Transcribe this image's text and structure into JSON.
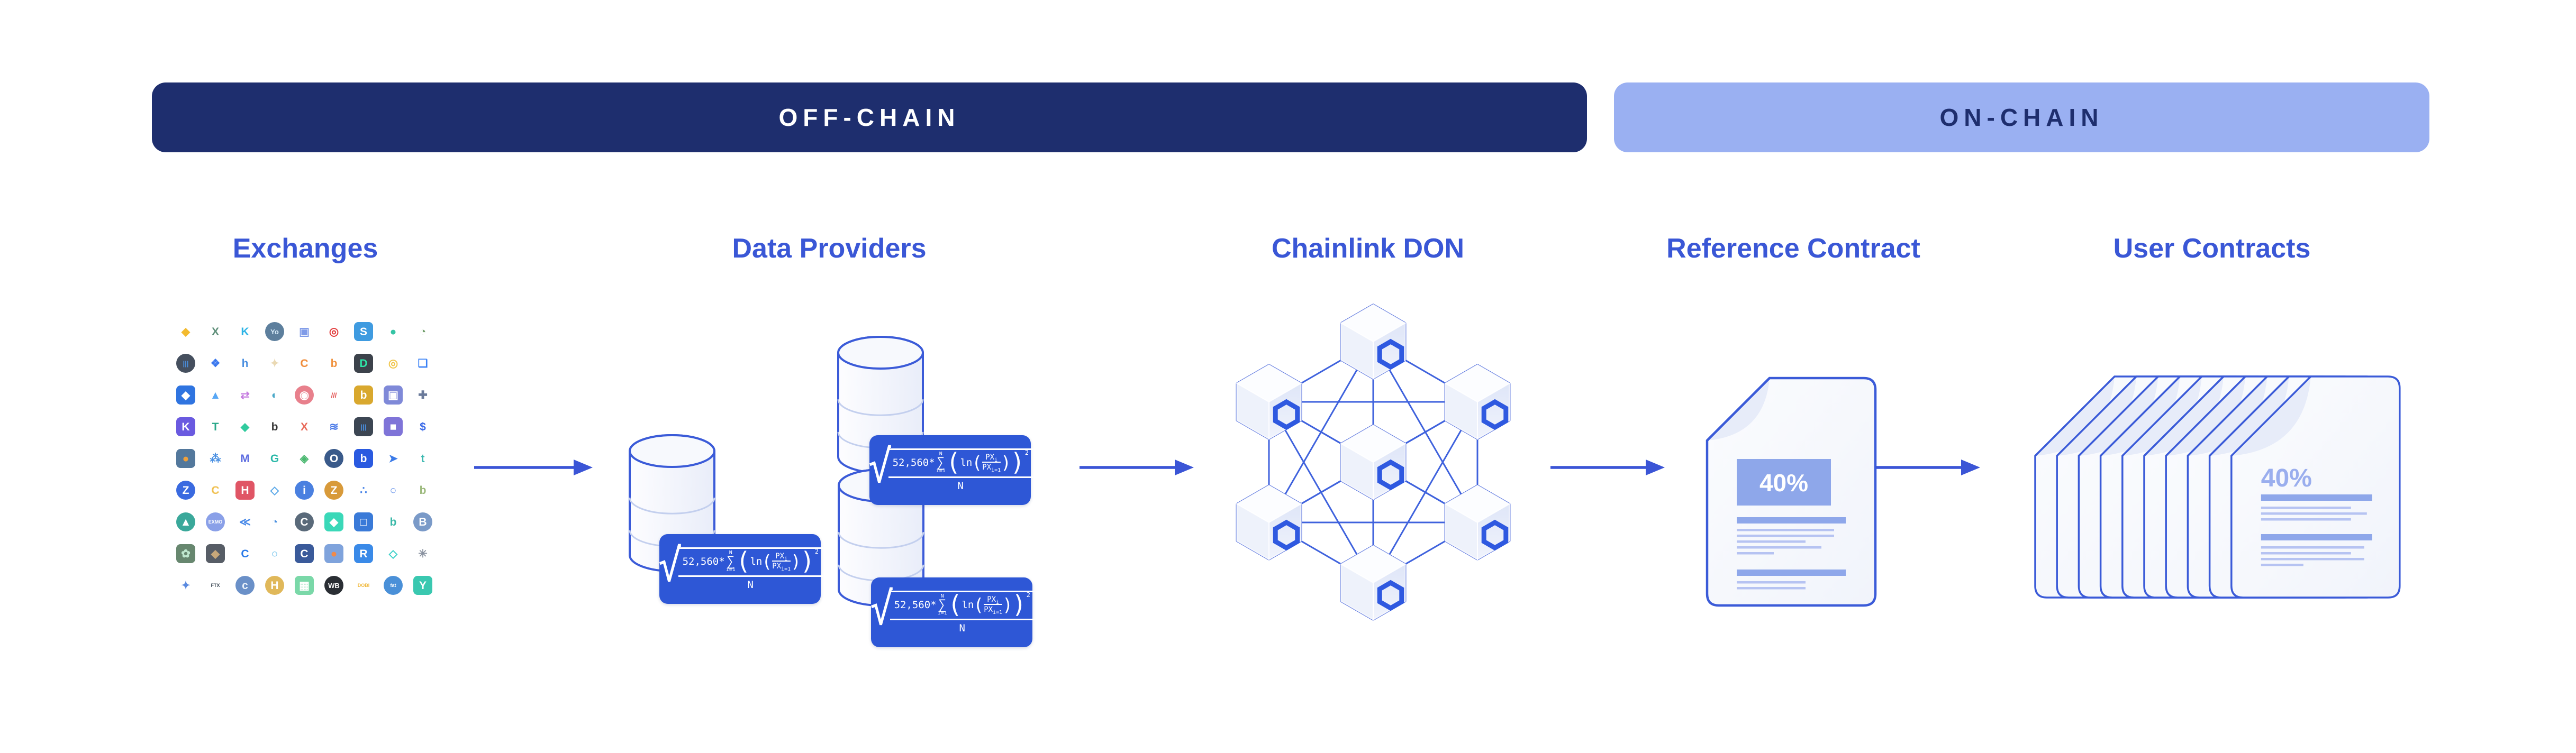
{
  "banners": {
    "off_chain": "OFF-CHAIN",
    "on_chain": "ON-CHAIN"
  },
  "sections": {
    "exchanges": {
      "title": "Exchanges"
    },
    "data_providers": {
      "title": "Data Providers"
    },
    "chainlink_don": {
      "title": "Chainlink DON"
    },
    "reference_contract": {
      "title": "Reference Contract"
    },
    "user_contracts": {
      "title": "User Contracts"
    }
  },
  "formula": {
    "radical": "√",
    "coefficient": "52,560*",
    "sum_symbol": "∑",
    "sum_upper": "N",
    "sum_lower": "i=1",
    "log_fn": "ln",
    "paren_open": "(",
    "paren_close": ")",
    "ratio_num_base": "PX",
    "ratio_num_sub": "i",
    "ratio_den_base": "PX",
    "ratio_den_sub": "i=1",
    "exponent": "2",
    "denominator": "N"
  },
  "reference_contract": {
    "percent": "40%"
  },
  "user_contracts": {
    "percent": "40%",
    "sheet_count": 10
  },
  "chainlink_don": {
    "node_count": 7
  },
  "data_providers": {
    "database_count": 3,
    "formula_card_count": 3
  },
  "colors": {
    "navy": "#1e2e6e",
    "periwinkle_banner": "#9ab0f2",
    "accent_blue": "#3a57d6",
    "outline_blue": "#3b5bd8",
    "arrow_blue": "#3b55d6",
    "card_blue": "#2e57d6",
    "doc_badge": "#8ea7ea",
    "doc_line_light": "#b6c3f2",
    "doc_fill_top": "#fbfcfe",
    "doc_fill_bottom": "#f1f4fb",
    "fold_fill": "#e7ecf9",
    "cube_face_light": "#fcfdff",
    "cube_face_mid": "#eef2fb",
    "cube_face_dark": "#dfe6f8",
    "user_percent": "#9aaeee"
  },
  "exchanges": {
    "icons": [
      {
        "g": "◆",
        "c": "#f3ba2f",
        "b": "",
        "s": "n"
      },
      {
        "g": "X",
        "c": "#5f8f7a",
        "b": "",
        "s": "n"
      },
      {
        "g": "K",
        "c": "#2bb3e5",
        "b": "",
        "s": "n"
      },
      {
        "g": "Yo",
        "c": "#d8ecfa",
        "b": "#5d7f9d",
        "s": "c"
      },
      {
        "g": "▣",
        "c": "#7f9be8",
        "b": "",
        "s": "n"
      },
      {
        "g": "◎",
        "c": "#e23d3d",
        "b": "",
        "s": "n"
      },
      {
        "g": "S",
        "c": "#ffffff",
        "b": "#3f9be0",
        "s": "t"
      },
      {
        "g": "●",
        "c": "#35c4a5",
        "b": "",
        "s": "n"
      },
      {
        "g": "◔",
        "c": "#74a06f",
        "b": "",
        "s": "n"
      },
      {
        "g": "|||",
        "c": "#4a90e2",
        "b": "#454f5e",
        "s": "c"
      },
      {
        "g": "❖",
        "c": "#3b78ee",
        "b": "",
        "s": "n"
      },
      {
        "g": "h",
        "c": "#4a8fe0",
        "b": "",
        "s": "n"
      },
      {
        "g": "✦",
        "c": "#ead9b4",
        "b": "",
        "s": "n"
      },
      {
        "g": "C",
        "c": "#f08c3a",
        "b": "",
        "s": "n"
      },
      {
        "g": "b",
        "c": "#f0923f",
        "b": "",
        "s": "n"
      },
      {
        "g": "D",
        "c": "#2ee6a8",
        "b": "#3c424b",
        "s": "t"
      },
      {
        "g": "◎",
        "c": "#f0c54a",
        "b": "",
        "s": "n"
      },
      {
        "g": "❏",
        "c": "#3b82f6",
        "b": "",
        "s": "n"
      },
      {
        "g": "◆",
        "c": "#ffffff",
        "b": "#2f74e0",
        "s": "t"
      },
      {
        "g": "▲",
        "c": "#58a7f5",
        "b": "",
        "s": "n"
      },
      {
        "g": "⇄",
        "c": "#c77fe0",
        "b": "",
        "s": "n"
      },
      {
        "g": "◐",
        "c": "#4aa8c8",
        "b": "",
        "s": "n"
      },
      {
        "g": "◉",
        "c": "#ffffff",
        "b": "#e8808c",
        "s": "c"
      },
      {
        "g": "///",
        "c": "#e04545",
        "b": "",
        "s": "n"
      },
      {
        "g": "b",
        "c": "#ffffff",
        "b": "#d9a82e",
        "s": "t"
      },
      {
        "g": "▣",
        "c": "#ffffff",
        "b": "#7f89d8",
        "s": "t"
      },
      {
        "g": "✚",
        "c": "#6a7a9a",
        "b": "",
        "s": "n"
      },
      {
        "g": "K",
        "c": "#ffffff",
        "b": "#6a5ae0",
        "s": "t"
      },
      {
        "g": "T",
        "c": "#2aa88a",
        "b": "",
        "s": "n"
      },
      {
        "g": "◆",
        "c": "#31cb9e",
        "b": "",
        "s": "n"
      },
      {
        "g": "b",
        "c": "#3a3a3a",
        "b": "",
        "s": "n"
      },
      {
        "g": "X",
        "c": "#e86a5a",
        "b": "",
        "s": "n"
      },
      {
        "g": "≋",
        "c": "#4a7ae8",
        "b": "",
        "s": "n"
      },
      {
        "g": "|||",
        "c": "#4a90e2",
        "b": "#3c4653",
        "s": "t"
      },
      {
        "g": "■",
        "c": "#ffffff",
        "b": "#7f74d8",
        "s": "t"
      },
      {
        "g": "$",
        "c": "#3a6ae8",
        "b": "",
        "s": "n"
      },
      {
        "g": "●",
        "c": "#f0a03a",
        "b": "#53789c",
        "s": "t"
      },
      {
        "g": "⁂",
        "c": "#4a90e2",
        "b": "",
        "s": "n"
      },
      {
        "g": "M",
        "c": "#5a6ae0",
        "b": "",
        "s": "n"
      },
      {
        "g": "G",
        "c": "#2ab8a8",
        "b": "",
        "s": "n"
      },
      {
        "g": "◈",
        "c": "#4ab870",
        "b": "",
        "s": "n"
      },
      {
        "g": "O",
        "c": "#ffffff",
        "b": "#3a5a8a",
        "s": "c"
      },
      {
        "g": "b",
        "c": "#ffffff",
        "b": "#2a5ae0",
        "s": "t"
      },
      {
        "g": "➤",
        "c": "#3a7ae8",
        "b": "",
        "s": "n"
      },
      {
        "g": "t",
        "c": "#3ab8b0",
        "b": "",
        "s": "n"
      },
      {
        "g": "Z",
        "c": "#ffffff",
        "b": "#3a6ae0",
        "s": "c"
      },
      {
        "g": "C",
        "c": "#f0c050",
        "b": "",
        "s": "n"
      },
      {
        "g": "H",
        "c": "#ffffff",
        "b": "#e05565",
        "s": "t"
      },
      {
        "g": "◇",
        "c": "#5aa8e8",
        "b": "",
        "s": "n"
      },
      {
        "g": "i",
        "c": "#ffffff",
        "b": "#4a80e0",
        "s": "c"
      },
      {
        "g": "Z",
        "c": "#ffffff",
        "b": "#d89a3a",
        "s": "c"
      },
      {
        "g": "∴",
        "c": "#4a85e8",
        "b": "",
        "s": "n"
      },
      {
        "g": "○",
        "c": "#5a8ae8",
        "b": "",
        "s": "n"
      },
      {
        "g": "b",
        "c": "#9ab87a",
        "b": "",
        "s": "n"
      },
      {
        "g": "▲",
        "c": "#ffffff",
        "b": "#3aa89a",
        "s": "c"
      },
      {
        "g": "EXMO",
        "c": "#ffffff",
        "b": "#8aa0e8",
        "s": "c"
      },
      {
        "g": "≪",
        "c": "#4a8ae8",
        "b": "",
        "s": "n"
      },
      {
        "g": "◔",
        "c": "#4a90e0",
        "b": "",
        "s": "n"
      },
      {
        "g": "C",
        "c": "#ffffff",
        "b": "#5a6a7a",
        "s": "c"
      },
      {
        "g": "◆",
        "c": "#ffffff",
        "b": "#3ad8b8",
        "s": "t"
      },
      {
        "g": "□",
        "c": "#ffffff",
        "b": "#3a7ad8",
        "s": "t"
      },
      {
        "g": "b",
        "c": "#3ab8a8",
        "b": "",
        "s": "n"
      },
      {
        "g": "B",
        "c": "#ffffff",
        "b": "#7a9ac8",
        "s": "c"
      },
      {
        "g": "✿",
        "c": "#bfe8cf",
        "b": "#67876f",
        "s": "t"
      },
      {
        "g": "◆",
        "c": "#c8a87a",
        "b": "#575d66",
        "s": "t"
      },
      {
        "g": "C",
        "c": "#2a7ae8",
        "b": "",
        "s": "n"
      },
      {
        "g": "○",
        "c": "#5ab8e8",
        "b": "",
        "s": "n"
      },
      {
        "g": "C",
        "c": "#ffffff",
        "b": "#3a5a9a",
        "s": "t"
      },
      {
        "g": "●",
        "c": "#f08a4a",
        "b": "#7fa3dc",
        "s": "t"
      },
      {
        "g": "R",
        "c": "#ffffff",
        "b": "#3a8ae8",
        "s": "t"
      },
      {
        "g": "◇",
        "c": "#3ad0c8",
        "b": "",
        "s": "n"
      },
      {
        "g": "✳",
        "c": "#8a92a0",
        "b": "",
        "s": "n"
      },
      {
        "g": "✦",
        "c": "#5a8ae0",
        "b": "",
        "s": "n"
      },
      {
        "g": "FTX",
        "c": "#3e4a56",
        "b": "",
        "s": "n"
      },
      {
        "g": "c",
        "c": "#e8f0fa",
        "b": "#6a90c8",
        "s": "c"
      },
      {
        "g": "H",
        "c": "#ffffff",
        "b": "#e0b85a",
        "s": "c"
      },
      {
        "g": "▦",
        "c": "#ffffff",
        "b": "#7ad8a8",
        "s": "t"
      },
      {
        "g": "WB",
        "c": "#ffffff",
        "b": "#2a2e34",
        "s": "c"
      },
      {
        "g": "DOBI",
        "c": "#f0b83a",
        "b": "",
        "s": "n"
      },
      {
        "g": "fat",
        "c": "#ffffff",
        "b": "#4a90d8",
        "s": "c"
      },
      {
        "g": "Y",
        "c": "#ffffff",
        "b": "#3ac8b0",
        "s": "t"
      }
    ]
  }
}
